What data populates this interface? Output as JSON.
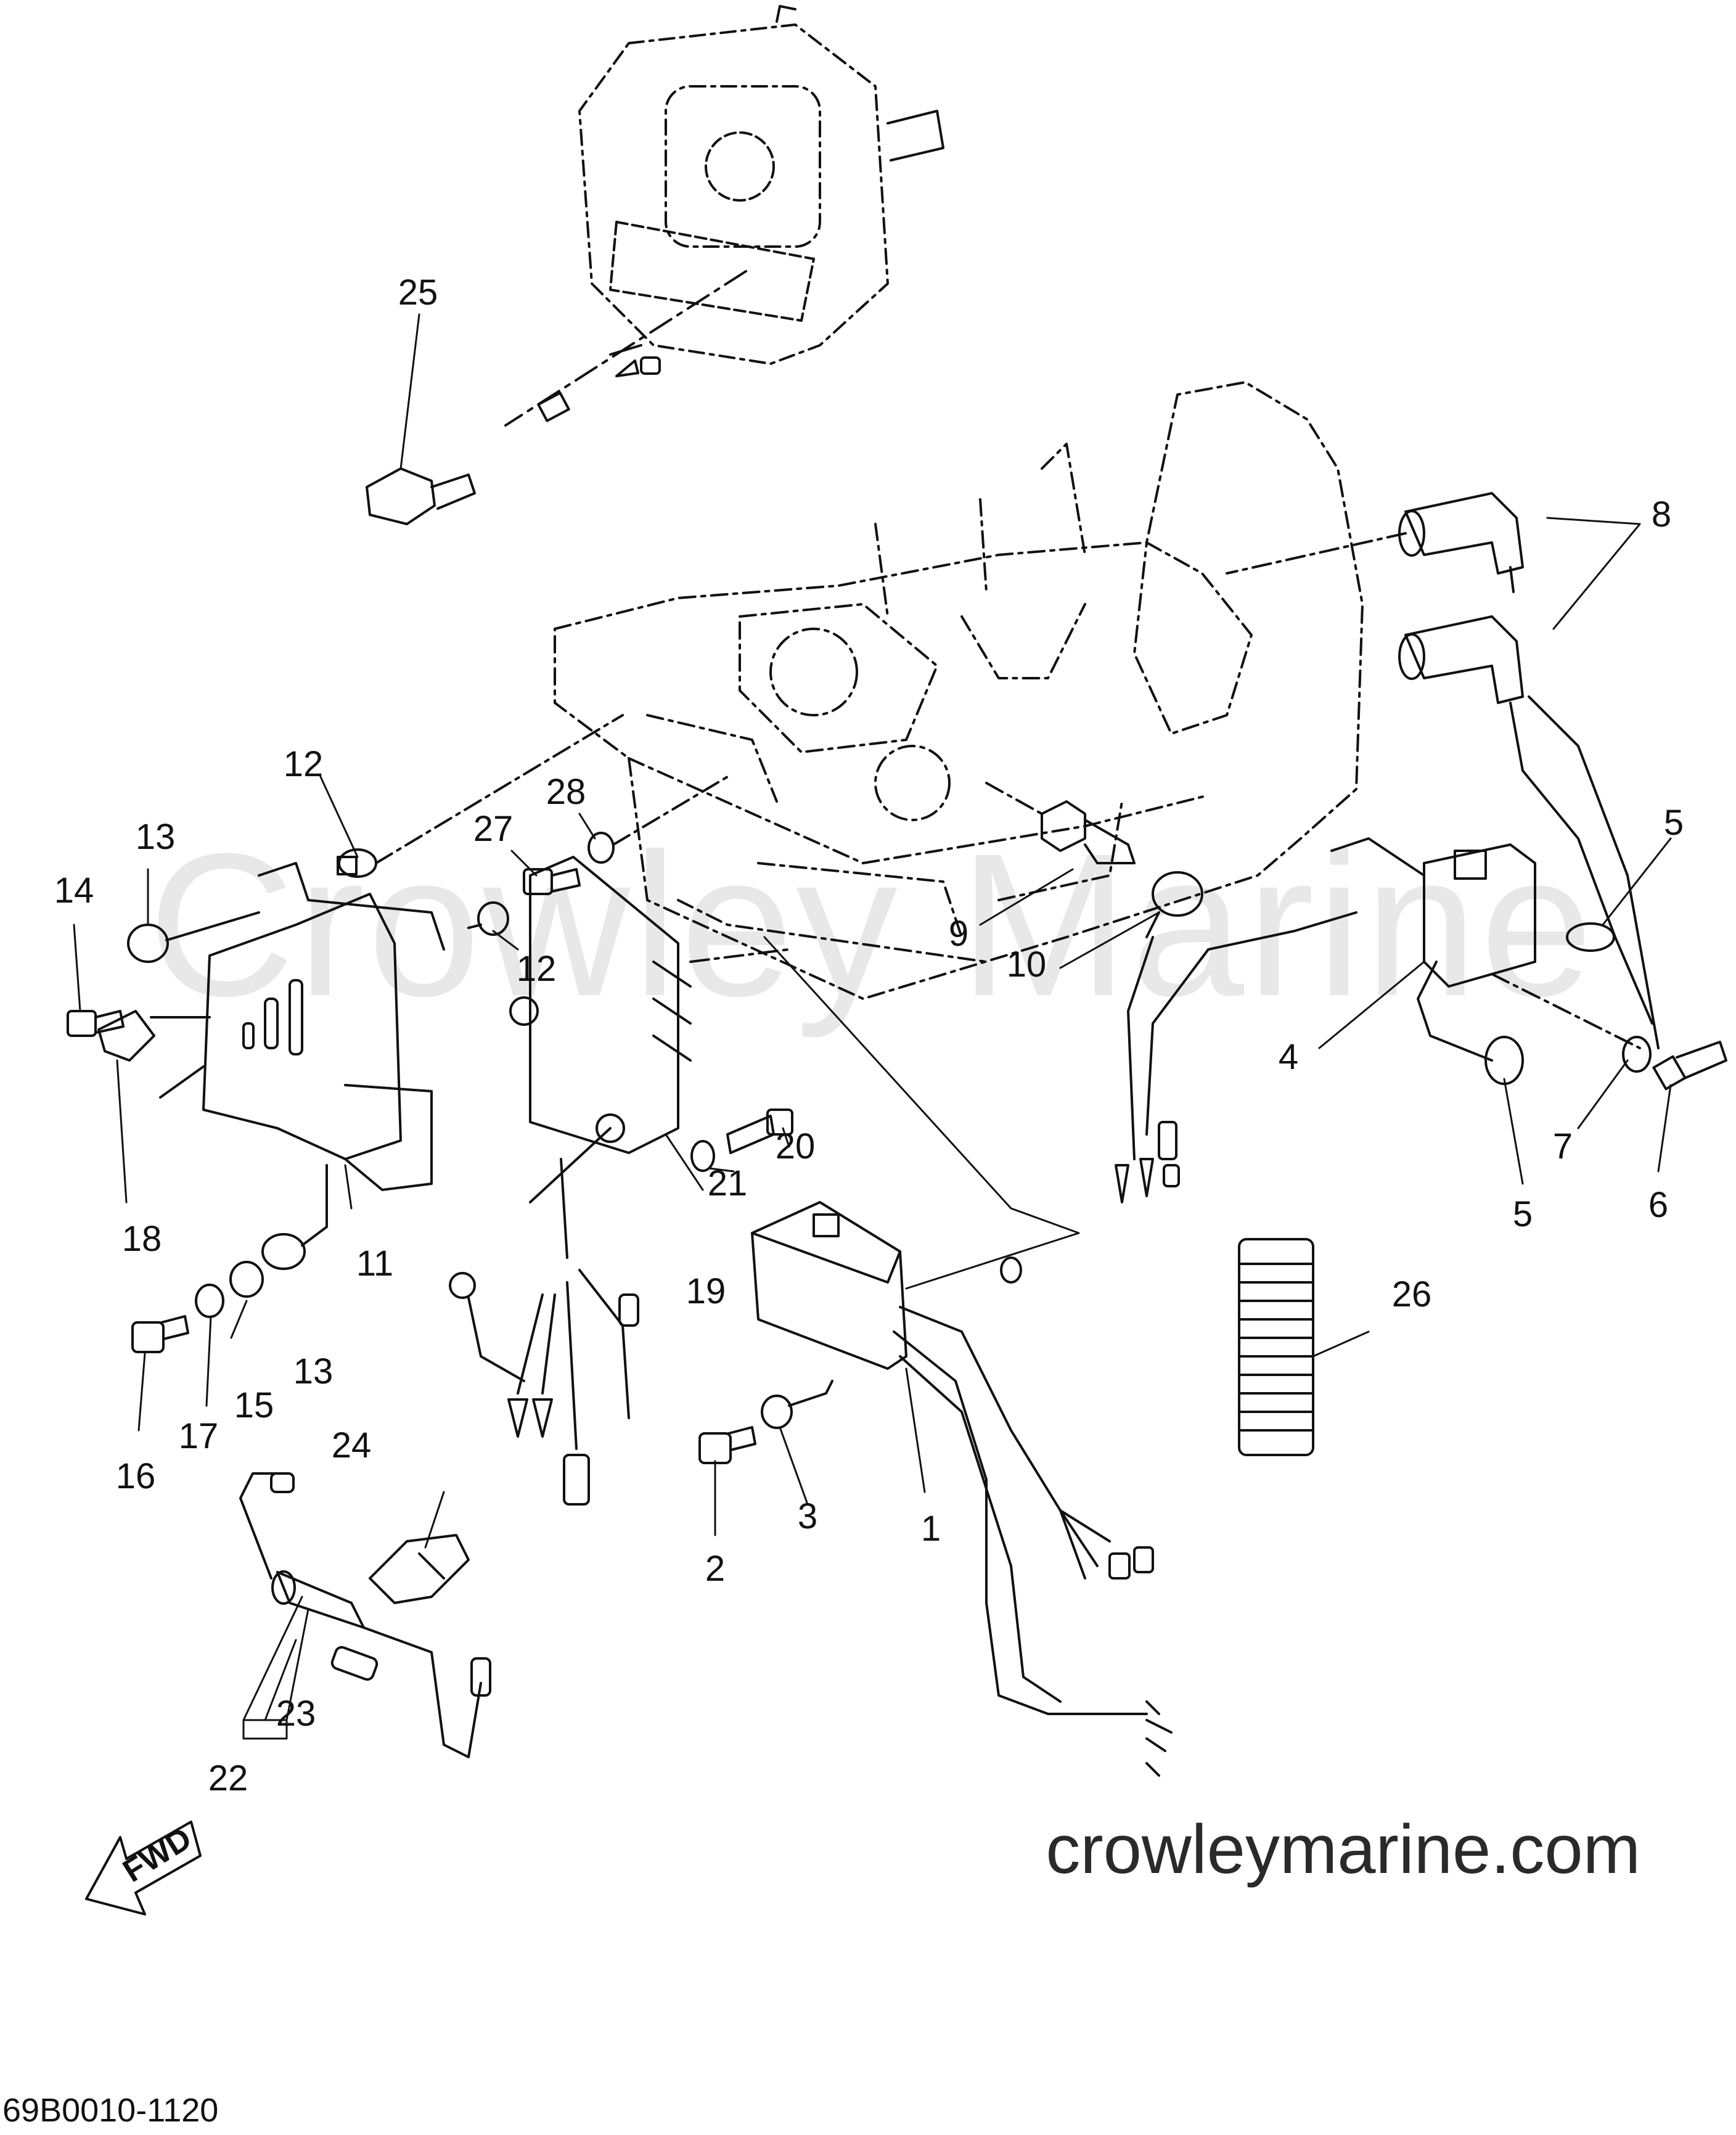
{
  "watermark": "Crowley Marine",
  "site": "crowleymarine.com",
  "diagram_code": "69B0010-1120",
  "fwd_label": "FWD",
  "callouts": [
    "1",
    "2",
    "3",
    "4",
    "5",
    "5",
    "6",
    "7",
    "8",
    "9",
    "10",
    "11",
    "12",
    "12",
    "13",
    "13",
    "14",
    "15",
    "16",
    "17",
    "18",
    "19",
    "20",
    "21",
    "22",
    "23",
    "24",
    "25",
    "26",
    "27",
    "28"
  ]
}
